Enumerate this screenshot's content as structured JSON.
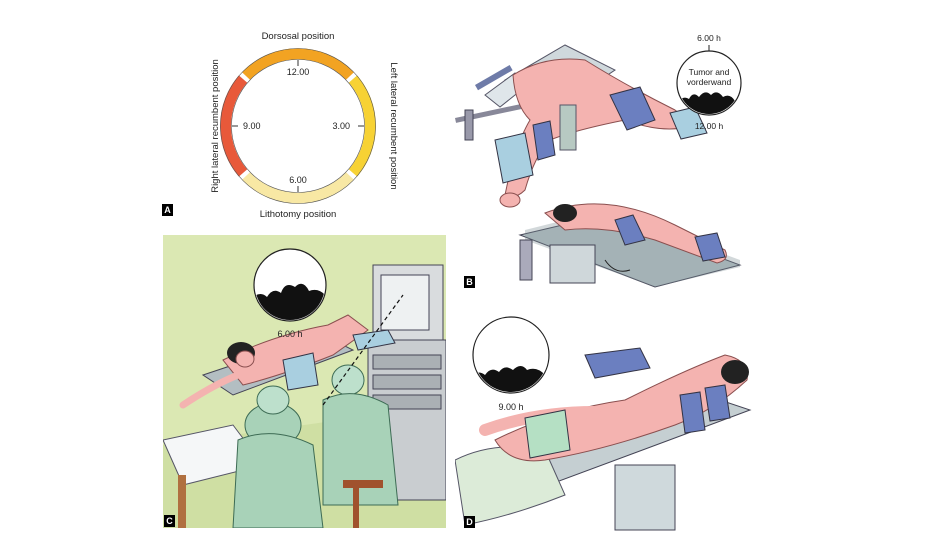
{
  "panel_a": {
    "label": "A",
    "top_position": "Dorsosal position",
    "bottom_position": "Lithotomy position",
    "left_position": "Right lateral recumbent position",
    "right_position": "Left lateral recumbent position",
    "hour_12": "12.00",
    "hour_3": "3.00",
    "hour_6": "6.00",
    "hour_9": "9.00",
    "colors": {
      "top_arc": "#f2a322",
      "right_arc": "#f7d234",
      "bottom_arc": "#f8e8a4",
      "left_arc": "#e8593a"
    }
  },
  "panel_b": {
    "label": "B",
    "view_top": "6.00 h",
    "view_text_line1": "Tumor and",
    "view_text_line2": "vorderwand",
    "view_bottom": "12.00 h"
  },
  "panel_c": {
    "label": "C",
    "view_bottom": "6.00 h"
  },
  "panel_d": {
    "label": "D",
    "view_bottom": "9.00 h"
  }
}
